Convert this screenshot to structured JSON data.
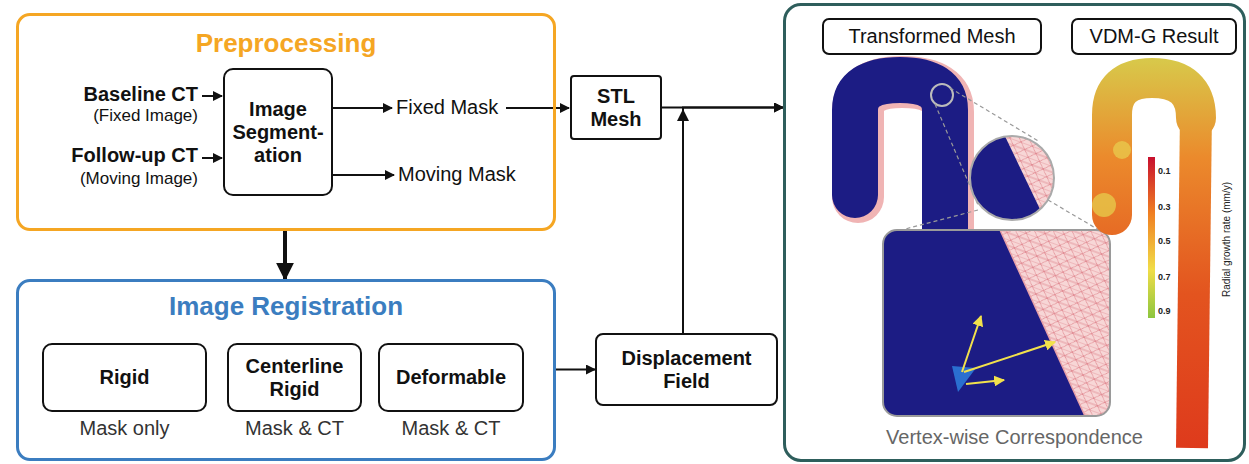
{
  "diagram": {
    "nodes": [
      {
        "text": [
          "Preprocessing"
        ]
      },
      {
        "text": [
          "Image Segment- ation"
        ],
        "in": 0
      },
      {
        "text": [
          "STL Mesh"
        ]
      },
      {
        "text": [
          "Image Registration"
        ]
      },
      {
        "text": [
          "Rigid",
          "Mask only"
        ],
        "in": 3
      },
      {
        "text": [
          "Centerline Rigid",
          "Mask & CT"
        ],
        "in": 3
      },
      {
        "text": [
          "Deformable",
          "Mask & CT"
        ],
        "in": 3
      },
      {
        "text": [
          "Displacement Field"
        ]
      },
      {
        "text": [
          "Vertex-wise Correspondence"
        ]
      },
      {
        "text": [
          "Transformed Mesh"
        ],
        "in": 8
      },
      {
        "text": [
          "VDM-G Result"
        ],
        "in": 8
      }
    ],
    "edges": [
      {
        "from": 0,
        "to": 3,
        "arrow": "to"
      },
      {
        "from": 3,
        "to": 7,
        "arrow": "to"
      },
      {
        "from": 2,
        "to": 8,
        "arrow": "to"
      },
      {
        "from": 7,
        "to": 8,
        "arrow": "to"
      }
    ],
    "labels": [
      "Baseline CT",
      "(Fixed Image)",
      "Follow-up CT",
      "(Moving Image)",
      "Fixed Mask",
      "Moving Mask",
      "Radial growth rate (mm/y)",
      "0.1",
      "0.3",
      "0.5",
      "0.7",
      "0.9"
    ]
  }
}
